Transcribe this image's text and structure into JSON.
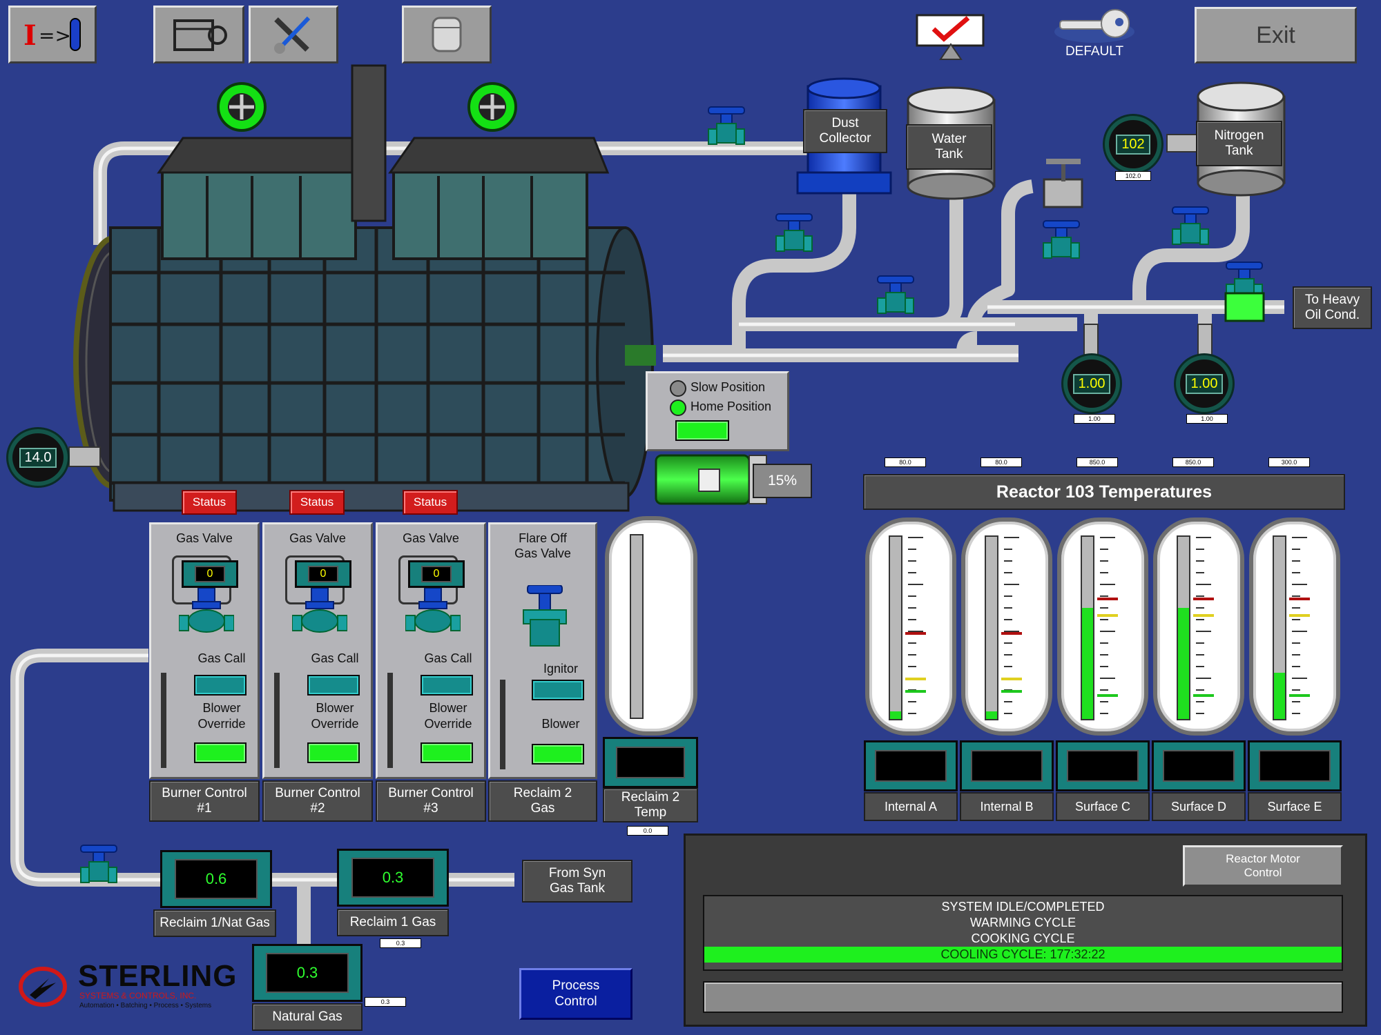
{
  "toolbar": {
    "exit_label": "Exit",
    "security_label": "DEFAULT"
  },
  "vessels": {
    "dust_collector": "Dust\nCollector",
    "water_tank": "Water\nTank",
    "nitrogen_tank": "Nitrogen\nTank",
    "heavy_oil": "To Heavy\nOil Cond.",
    "syn_gas": "From Syn\nGas Tank"
  },
  "gauges": {
    "nitrogen_pressure": "102",
    "nitrogen_tag": "102.0",
    "heavy_oil_1": "1.00",
    "heavy_oil_1_tag": "1.00",
    "heavy_oil_2": "1.00",
    "heavy_oil_2_tag": "1.00",
    "reactor_pressure": "14.0"
  },
  "door": {
    "slow_position": "Slow Position",
    "home_position": "Home Position",
    "motor_speed": "15%"
  },
  "status_buttons": [
    "Status",
    "Status",
    "Status"
  ],
  "burners": [
    {
      "title": "Gas Valve",
      "value": "0",
      "call": "Gas Call",
      "override": "Blower\nOverride",
      "label": "Burner Control\n#1"
    },
    {
      "title": "Gas Valve",
      "value": "0",
      "call": "Gas Call",
      "override": "Blower\nOverride",
      "label": "Burner Control\n#2"
    },
    {
      "title": "Gas Valve",
      "value": "0",
      "call": "Gas Call",
      "override": "Blower\nOverride",
      "label": "Burner Control\n#3"
    }
  ],
  "reclaim2_gas": {
    "title": "Flare Off\nGas Valve",
    "ignitor": "Ignitor",
    "blower": "Blower",
    "label": "Reclaim 2\nGas"
  },
  "reclaim2_temp": {
    "label": "Reclaim 2\nTemp",
    "tag": "0.0"
  },
  "temperatures": {
    "title": "Reactor 103 Temperatures",
    "probes": [
      {
        "label": "Internal A",
        "tag": "80.0",
        "level": 0.04
      },
      {
        "label": "Internal B",
        "tag": "80.0",
        "level": 0.04
      },
      {
        "label": "Surface C",
        "tag": "850.0",
        "level": 0.6
      },
      {
        "label": "Surface D",
        "tag": "850.0",
        "level": 0.6
      },
      {
        "label": "Surface E",
        "tag": "300.0",
        "level": 0.25
      }
    ]
  },
  "flows": {
    "reclaim1_nat": {
      "value": "0.6",
      "label": "Reclaim 1/Nat Gas"
    },
    "reclaim1": {
      "value": "0.3",
      "label": "Reclaim 1 Gas",
      "tag": "0.3"
    },
    "natural_gas": {
      "value": "0.3",
      "label": "Natural Gas",
      "tag": "0.3"
    }
  },
  "buttons": {
    "process_control": "Process\nControl",
    "reactor_motor": "Reactor Motor\nControl"
  },
  "cycle_status": [
    "SYSTEM IDLE/COMPLETED",
    "WARMING CYCLE",
    "COOKING CYCLE",
    "COOLING CYCLE: 177:32:22"
  ],
  "branding": {
    "company": "STERLING",
    "subtitle": "SYSTEMS & CONTROLS, INC.",
    "tagline": "Automation • Batching • Process • Systems"
  },
  "colors": {
    "background": "#2c3d8c",
    "active_green": "#1ef01e",
    "alarm_red": "#d21d1d",
    "valve_blue": "#1547c8"
  }
}
